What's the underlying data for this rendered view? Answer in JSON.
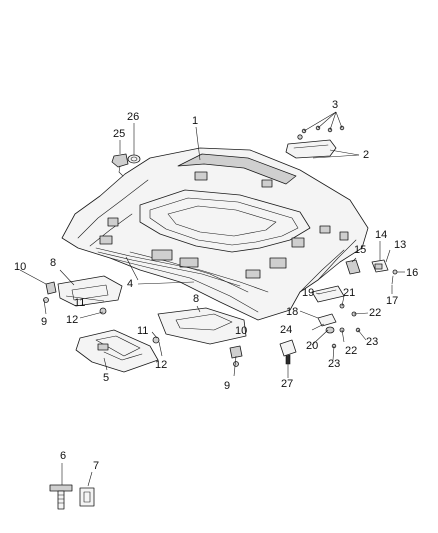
{
  "callouts": [
    {
      "id": "c1",
      "text": "1"
    },
    {
      "id": "c2",
      "text": "2"
    },
    {
      "id": "c3",
      "text": "3"
    },
    {
      "id": "c4",
      "text": "4"
    },
    {
      "id": "c5",
      "text": "5"
    },
    {
      "id": "c6",
      "text": "6"
    },
    {
      "id": "c7",
      "text": "7"
    },
    {
      "id": "c8a",
      "text": "8"
    },
    {
      "id": "c8b",
      "text": "8"
    },
    {
      "id": "c9a",
      "text": "9"
    },
    {
      "id": "c9b",
      "text": "9"
    },
    {
      "id": "c10a",
      "text": "10"
    },
    {
      "id": "c10b",
      "text": "10"
    },
    {
      "id": "c11a",
      "text": "11"
    },
    {
      "id": "c11b",
      "text": "11"
    },
    {
      "id": "c12a",
      "text": "12"
    },
    {
      "id": "c12b",
      "text": "12"
    },
    {
      "id": "c13",
      "text": "13"
    },
    {
      "id": "c14",
      "text": "14"
    },
    {
      "id": "c15",
      "text": "15"
    },
    {
      "id": "c16",
      "text": "16"
    },
    {
      "id": "c17",
      "text": "17"
    },
    {
      "id": "c18",
      "text": "18"
    },
    {
      "id": "c19",
      "text": "19"
    },
    {
      "id": "c20",
      "text": "20"
    },
    {
      "id": "c21",
      "text": "21"
    },
    {
      "id": "c22a",
      "text": "22"
    },
    {
      "id": "c22b",
      "text": "22"
    },
    {
      "id": "c23a",
      "text": "23"
    },
    {
      "id": "c23b",
      "text": "23"
    },
    {
      "id": "c24",
      "text": "24"
    },
    {
      "id": "c25",
      "text": "25"
    },
    {
      "id": "c26",
      "text": "26"
    },
    {
      "id": "c27",
      "text": "27"
    }
  ]
}
